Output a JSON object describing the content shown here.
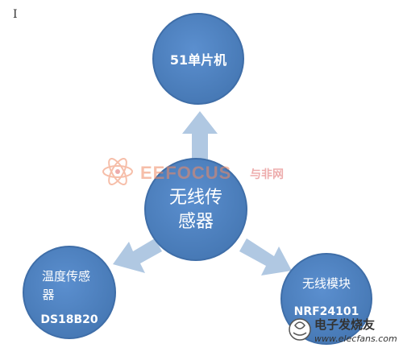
{
  "colors": {
    "node_fill": "#4f81bd",
    "node_stroke": "#3f6ea8",
    "arrow_fill": "#b0c8e2",
    "watermark_orange": "#f08a63",
    "watermark_red": "#e06a6a"
  },
  "center": {
    "line1": "无线传",
    "line2": "感器"
  },
  "nodes": {
    "top": {
      "label": "51单片机"
    },
    "left": {
      "line1": "温度传感",
      "line2": "器",
      "line3": "DS18B20"
    },
    "right": {
      "line1": "无线模块",
      "line2": "NRF24101"
    }
  },
  "watermark_center": {
    "brand": "EEFOCUS",
    "cn": "与非网"
  },
  "watermark_corner": {
    "cn": "电子发烧友",
    "url": "www.elecfans.com"
  },
  "cursor_glyph": "I",
  "icons": [
    "atom-logo-icon",
    "elecfans-logo-icon",
    "text-cursor-icon"
  ]
}
